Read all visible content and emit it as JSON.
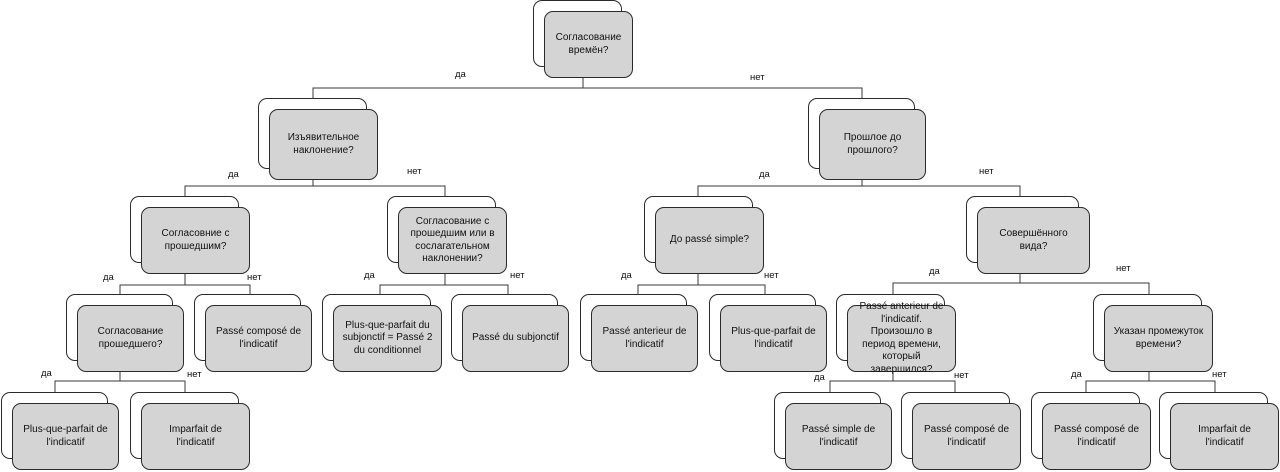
{
  "diagram": {
    "nodes": [
      {
        "id": "root",
        "text": "Согласование времён?"
      },
      {
        "id": "indicative",
        "text": "Изъявительное наклонение?"
      },
      {
        "id": "past_before_past",
        "text": "Прошлое до прошлого?"
      },
      {
        "id": "agree_past",
        "text": "Согласовние с прошедшим?"
      },
      {
        "id": "agree_past_subj",
        "text": "Согласование с прошедшим или в сослагательном наклонении?"
      },
      {
        "id": "before_ps",
        "text": "До passé simple?"
      },
      {
        "id": "perfective",
        "text": "Совершённого вида?"
      },
      {
        "id": "agree_past2",
        "text": "Согласование прошедшего?"
      },
      {
        "id": "pc_ind",
        "text": "Passé composé de l'indicatif"
      },
      {
        "id": "pqp_subj",
        "text": "Plus-que-parfait du subjonctif = Passé 2 du conditionnel"
      },
      {
        "id": "p_subj",
        "text": "Passé du subjonctif"
      },
      {
        "id": "pa_ind",
        "text": "Passé anterieur de l'indicatif"
      },
      {
        "id": "pqp_ind_r",
        "text": "Plus-que-parfait de l'indicatif"
      },
      {
        "id": "pa_ind_q",
        "text": "Passé anterieur de l'indicatif. Произошло в период времени, который завершился?"
      },
      {
        "id": "period",
        "text": "Указан промежуток времени?"
      },
      {
        "id": "pqp_ind_l",
        "text": "Plus-que-parfait de l'indicatif"
      },
      {
        "id": "imp_ind_l",
        "text": "Imparfait de l'indicatif"
      },
      {
        "id": "ps_ind",
        "text": "Passé simple de l'indicatif"
      },
      {
        "id": "pc_ind2",
        "text": "Passé composé de l'indicatif"
      },
      {
        "id": "pc_ind3",
        "text": "Passé composé de l'indicatif"
      },
      {
        "id": "imp_ind_r",
        "text": "Imparfait de l'indicatif"
      }
    ],
    "edge_labels": [
      {
        "id": "root_yes",
        "text": "да"
      },
      {
        "id": "root_no",
        "text": "нет"
      },
      {
        "id": "ind_yes",
        "text": "да"
      },
      {
        "id": "ind_no",
        "text": "нет"
      },
      {
        "id": "pbp_yes",
        "text": "да"
      },
      {
        "id": "pbp_no",
        "text": "нет"
      },
      {
        "id": "ap_yes",
        "text": "да"
      },
      {
        "id": "ap_no",
        "text": "нет"
      },
      {
        "id": "aps_yes",
        "text": "да"
      },
      {
        "id": "aps_no",
        "text": "нет"
      },
      {
        "id": "bps_yes",
        "text": "да"
      },
      {
        "id": "bps_no",
        "text": "нет"
      },
      {
        "id": "perf_yes",
        "text": "да"
      },
      {
        "id": "perf_no",
        "text": "нет"
      },
      {
        "id": "ap2_yes",
        "text": "да"
      },
      {
        "id": "ap2_no",
        "text": "нет"
      },
      {
        "id": "paq_yes",
        "text": "да"
      },
      {
        "id": "paq_no",
        "text": "нет"
      },
      {
        "id": "per_yes",
        "text": "да"
      },
      {
        "id": "per_no",
        "text": "нет"
      }
    ]
  }
}
